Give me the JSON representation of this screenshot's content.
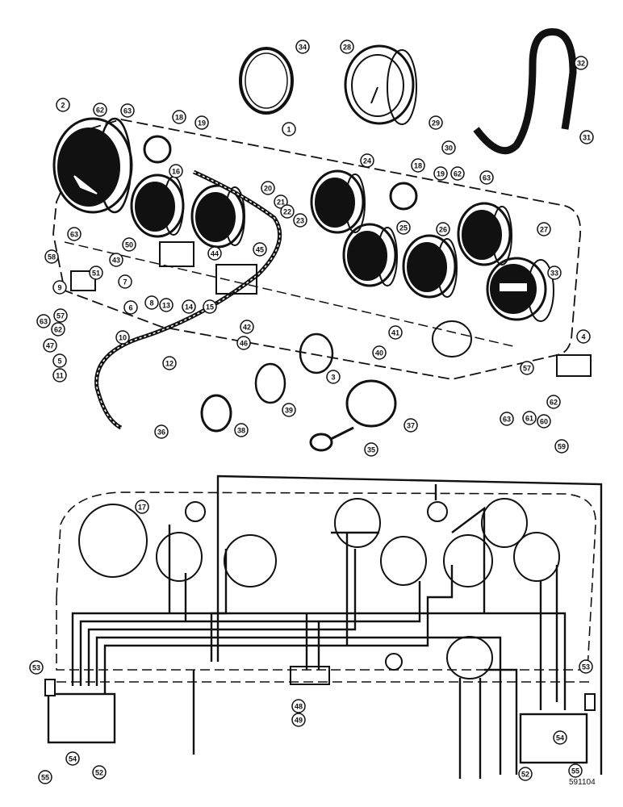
{
  "diagram": {
    "drawing_code": "591104",
    "exploded_view_callouts": [
      "34",
      "28",
      "32",
      "1",
      "2",
      "62",
      "63",
      "18",
      "19",
      "16",
      "29",
      "30",
      "31",
      "24",
      "18",
      "19",
      "62",
      "63",
      "20",
      "21",
      "22",
      "23",
      "25",
      "26",
      "27",
      "33",
      "63",
      "58",
      "50",
      "44",
      "45",
      "43",
      "51",
      "7",
      "9",
      "57",
      "63",
      "62",
      "6",
      "8",
      "13",
      "14",
      "15",
      "42",
      "46",
      "47",
      "10",
      "5",
      "11",
      "12",
      "3",
      "41",
      "40",
      "39",
      "38",
      "37",
      "35",
      "36",
      "4",
      "57",
      "62",
      "63",
      "61",
      "60",
      "59",
      "58"
    ],
    "wiring_view_callouts": [
      "17",
      "53",
      "53",
      "48",
      "49",
      "54",
      "55",
      "52",
      "52",
      "54",
      "55"
    ]
  }
}
